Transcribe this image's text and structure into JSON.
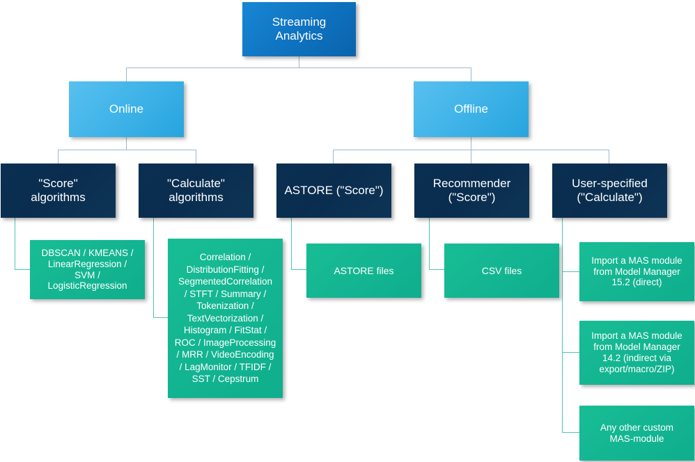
{
  "diagram": {
    "title_node": {
      "label": "Streaming\nAnalytics"
    },
    "level2": [
      {
        "id": "online",
        "label": "Online"
      },
      {
        "id": "offline",
        "label": "Offline"
      }
    ],
    "level3": [
      {
        "id": "score-algorithms",
        "label": "\"Score\"\nalgorithms"
      },
      {
        "id": "calculate-algorithms",
        "label": "\"Calculate\"\nalgorithms"
      },
      {
        "id": "astore-score",
        "label": "ASTORE (\"Score\")"
      },
      {
        "id": "recommender-score",
        "label": "Recommender\n(\"Score\")"
      },
      {
        "id": "user-specified-calc",
        "label": "User-specified\n(\"Calculate\")"
      }
    ],
    "level4": [
      {
        "id": "score-algo-list",
        "label": "DBSCAN / KMEANS /\nLinearRegression /\nSVM /\nLogisticRegression"
      },
      {
        "id": "calculate-algo-list",
        "label": "Correlation /\nDistributionFitting /\nSegmentedCorrelation\n/ STFT / Summary /\nTokenization /\nTextVectorization /\nHistogram / FitStat /\nROC / ImageProcessing\n/ MRR / VideoEncoding\n/ LagMonitor / TFIDF /\nSST / Cepstrum"
      },
      {
        "id": "astore-files",
        "label": "ASTORE files"
      },
      {
        "id": "csv-files",
        "label": "CSV files"
      },
      {
        "id": "mas-import-15-2",
        "label": "Import a MAS module\nfrom Model Manager\n15.2 (direct)"
      },
      {
        "id": "mas-import-14-2",
        "label": "Import a MAS module\nfrom Model Manager\n14.2 (indirect via\nexport/macro/ZIP)"
      },
      {
        "id": "mas-custom",
        "label": "Any other custom\nMAS-module"
      }
    ],
    "colors": {
      "root_blue": "#0e72bf",
      "level2_blue": "#3fb3e8",
      "level3_navy": "#0b2f52",
      "level4_green": "#14b692",
      "connector_blue": "#9db9cf",
      "connector_teal": "#4cc7b0",
      "background": "#ffffff"
    }
  }
}
